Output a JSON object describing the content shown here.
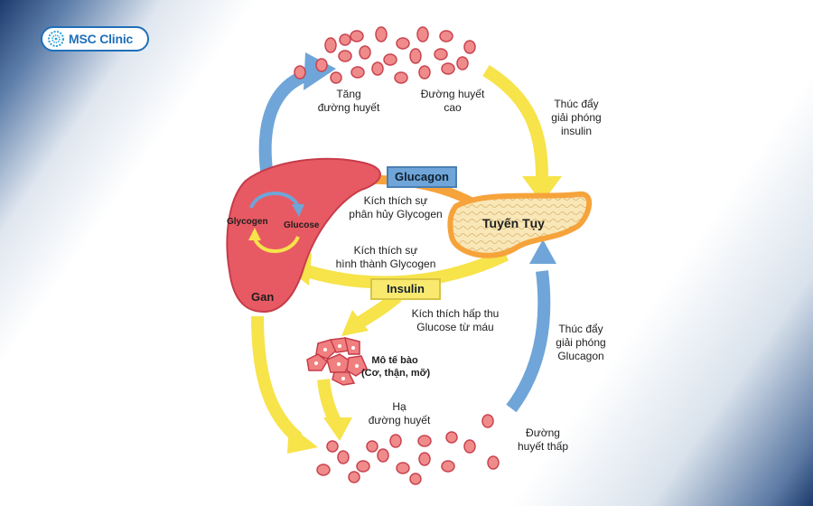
{
  "brand": {
    "name": "MSC Clinic"
  },
  "colors": {
    "yellow_arrow": "#f7e34a",
    "blue_arrow": "#6fa5d8",
    "liver": "#e85a63",
    "pancreas": "#f6a33b",
    "cell": "#f08080"
  },
  "organs": {
    "liver": "Gan",
    "pancreas": "Tuyến Tụy",
    "cells_title": "Mô tế bào",
    "cells_sub": "(Cơ, thận, mỡ)"
  },
  "liver_cycle": {
    "glycogen": "Glycogen",
    "glucose": "Glucose"
  },
  "hormones": {
    "glucagon": "Glucagon",
    "insulin": "Insulin"
  },
  "labels": {
    "tang_line1": "Tăng",
    "tang_line2": "đường huyết",
    "high_line1": "Đường huyết",
    "high_line2": "cao",
    "insulin_release_1": "Thúc đẩy",
    "insulin_release_2": "giải phóng",
    "insulin_release_3": "insulin",
    "breakdown_1": "Kích thích sự",
    "breakdown_2": "phân hủy Glycogen",
    "formation_1": "Kích thích sự",
    "formation_2": "hình thành Glycogen",
    "uptake_1": "Kích thích hấp thu",
    "uptake_2": "Glucose từ máu",
    "glucagon_release_1": "Thúc đẩy",
    "glucagon_release_2": "giải phóng",
    "glucagon_release_3": "Glucagon",
    "ha_line1": "Hạ",
    "ha_line2": "đường huyết",
    "low_line1": "Đường",
    "low_line2": "huyết thấp"
  }
}
